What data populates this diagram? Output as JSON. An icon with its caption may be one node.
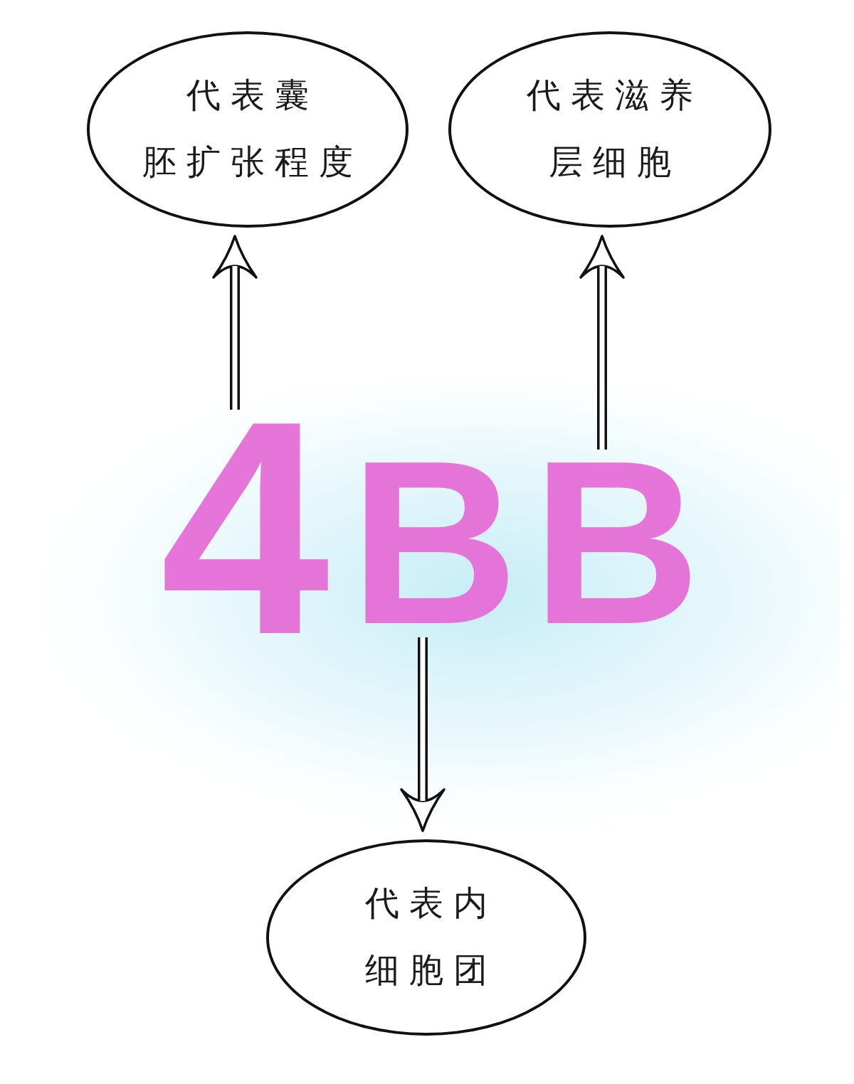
{
  "diagram": {
    "nodes": [
      {
        "text": [
          "代表囊胚扩张程度"
        ]
      },
      {
        "text": [
          "代表滋养层细胞"
        ]
      },
      {
        "text": [
          "4"
        ]
      },
      {
        "text": [
          "B"
        ]
      },
      {
        "text": [
          "B"
        ]
      },
      {
        "text": [
          "代表内细胞团"
        ]
      }
    ],
    "edges": [
      {
        "from": 2,
        "to": 0,
        "arrow": "to"
      },
      {
        "from": 4,
        "to": 1,
        "arrow": "to"
      },
      {
        "from": 3,
        "to": 5,
        "arrow": "to"
      }
    ]
  }
}
